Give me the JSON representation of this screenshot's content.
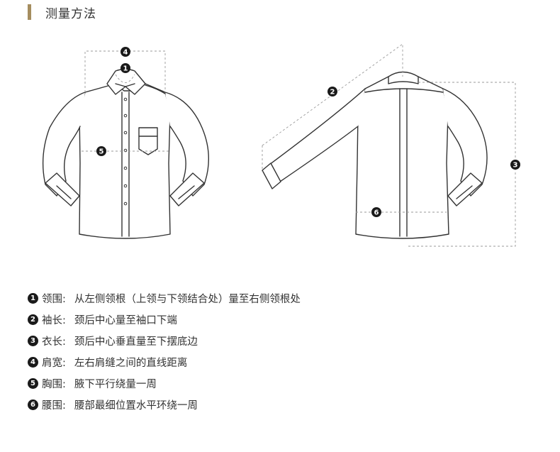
{
  "header": {
    "title": "测量方法"
  },
  "markers": [
    "1",
    "2",
    "3",
    "4",
    "5",
    "6"
  ],
  "legend": [
    {
      "num": "1",
      "name": "领围:",
      "desc": "从左侧领根（上领与下领结合处）量至右侧领根处"
    },
    {
      "num": "2",
      "name": "袖长:",
      "desc": "颈后中心量至袖口下端"
    },
    {
      "num": "3",
      "name": "衣长:",
      "desc": "颈后中心垂直量至下摆底边"
    },
    {
      "num": "4",
      "name": "肩宽:",
      "desc": "左右肩缝之间的直线距离"
    },
    {
      "num": "5",
      "name": "胸围:",
      "desc": "腋下平行绕量一周"
    },
    {
      "num": "6",
      "name": "腰围:",
      "desc": "腰部最细位置水平环绕一周"
    }
  ],
  "colors": {
    "accent": "#a58d5f",
    "line": "#333333",
    "dash": "#9a9a9a"
  }
}
